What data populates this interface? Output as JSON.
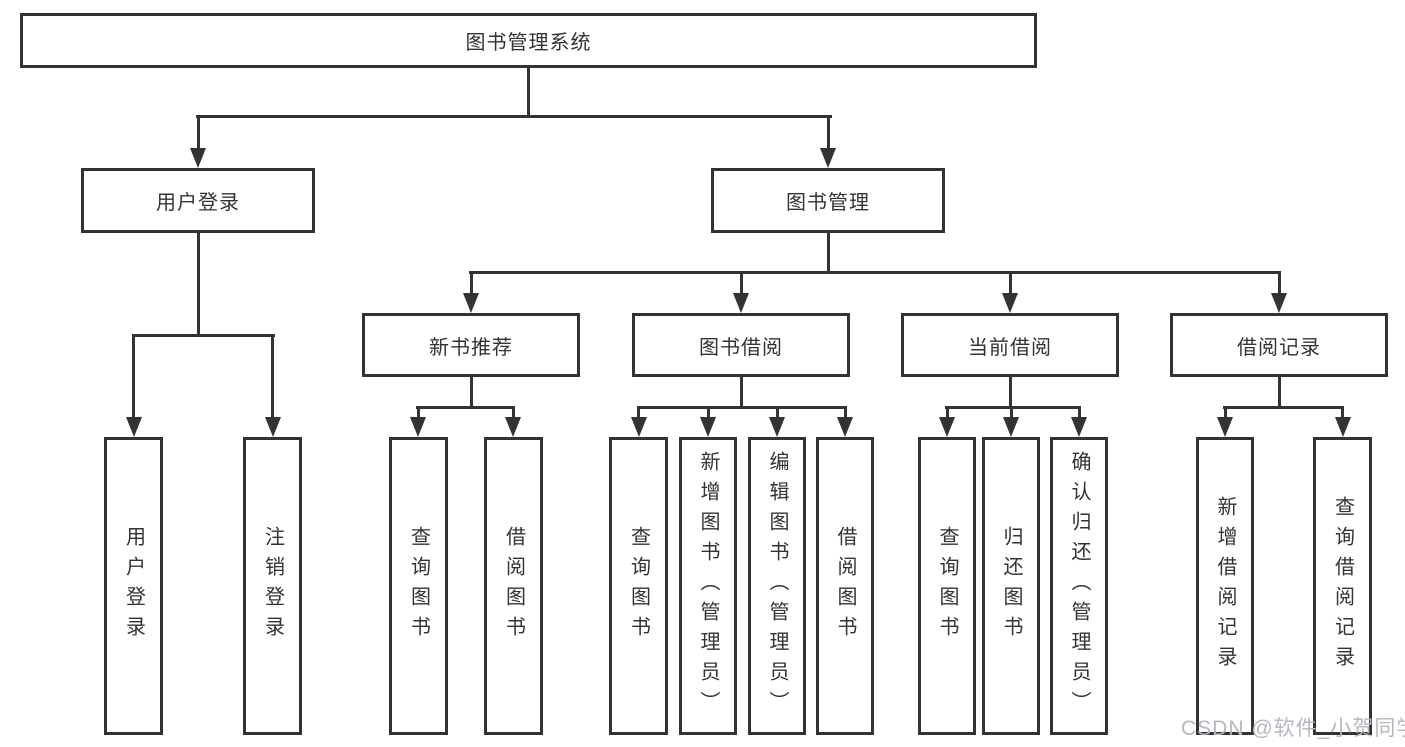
{
  "diagram": {
    "root": "图书管理系统",
    "level2": [
      "用户登录",
      "图书管理"
    ],
    "level3": [
      "新书推荐",
      "图书借阅",
      "当前借阅",
      "借阅记录"
    ],
    "leaves_user_login": [
      "用户登录",
      "注销登录"
    ],
    "leaves_new_book": [
      "查询图书",
      "借阅图书"
    ],
    "leaves_book_borrow": [
      "查询图书",
      "新增图书（管理员）",
      "编辑图书（管理员）",
      "借阅图书"
    ],
    "leaves_current_borrow": [
      "查询图书",
      "归还图书",
      "确认归还（管理员）"
    ],
    "leaves_borrow_record": [
      "新增借阅记录",
      "查询借阅记录"
    ]
  },
  "watermark": "CSDN @软件_小贺同学",
  "colors": {
    "line": "#333333",
    "text": "#333333",
    "background": "#ffffff",
    "watermark_text": "#b4b9bf"
  }
}
